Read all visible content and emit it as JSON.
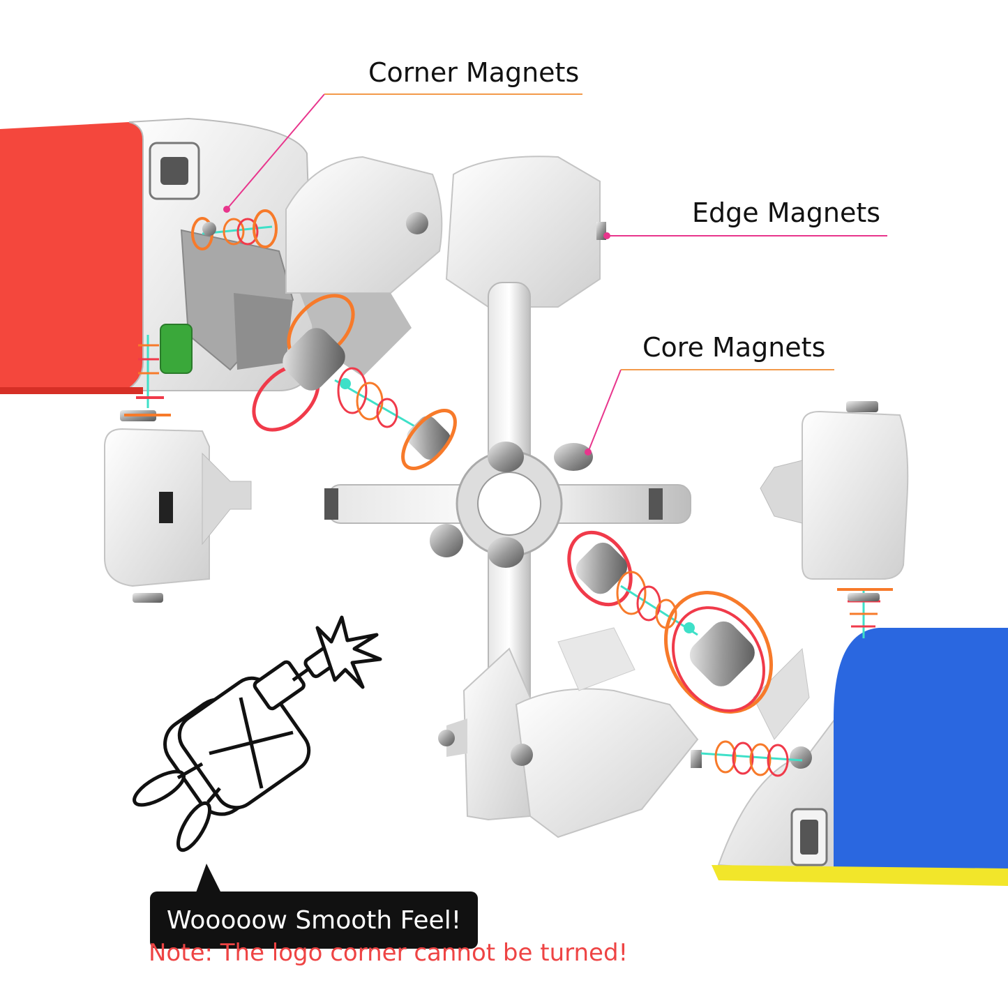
{
  "labels": {
    "corner": "Corner Magnets",
    "edge": "Edge Magnets",
    "core": "Core Magnets"
  },
  "bubble_text": "Wooooow Smooth Feel!",
  "note": "Note: The logo corner cannot be turned!",
  "colors": {
    "red_face": "#f4473d",
    "blue_face": "#2a67e0",
    "yellow_edge": "#f2e62a",
    "green_face": "#3aa83a",
    "leader_line": "#e8358c",
    "underline": "#f39a4a",
    "note_text": "#ee4444",
    "ring_orange": "#f77a2a",
    "ring_red": "#f03a4a",
    "axis_cyan": "#3ee0c8"
  }
}
